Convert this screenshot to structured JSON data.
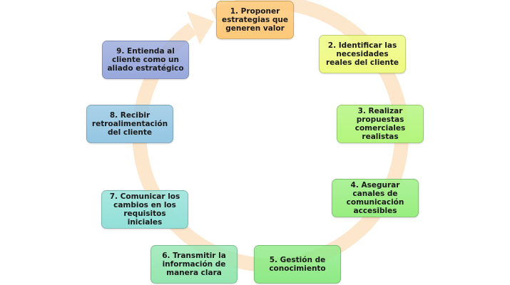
{
  "steps": [
    {
      "label": "1. Proponer estrategias que generen valor",
      "color": "#fdc878"
    },
    {
      "label": "2. Identificar las necesidades reales del cliente",
      "color": "#eefa80"
    },
    {
      "label": "3. Realizar propuestas comerciales realistas",
      "color": "#b2f57c"
    },
    {
      "label": "4. Asegurar canales de comunicación accesibles",
      "color": "#98ee80"
    },
    {
      "label": "5. Gestión de conocimiento",
      "color": "#8eea86"
    },
    {
      "label": "6. Transmitir la información de manera clara",
      "color": "#94e6b0"
    },
    {
      "label": "7. Comunicar los cambios en los requisitos iniciales",
      "color": "#92e0d8"
    },
    {
      "label": "8. Recibir retroalimentación del cliente",
      "color": "#94c6e2"
    },
    {
      "label": "9. Entienda al cliente como un aliado estratégico",
      "color": "#98a8dc"
    }
  ],
  "ring_color": "#fde7cc"
}
